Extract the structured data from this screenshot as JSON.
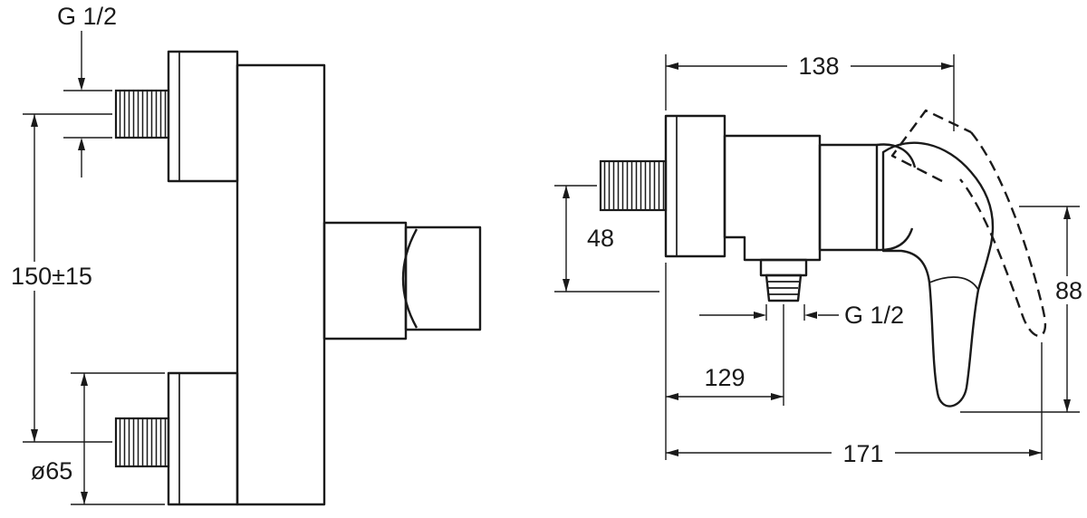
{
  "colors": {
    "background": "#ffffff",
    "line": "#1a1a1a"
  },
  "front_view": {
    "inlet_thread_label": "G 1/2",
    "connection_spacing": "150±15",
    "escutcheon_diameter": "ø65"
  },
  "side_view": {
    "body_depth": "138",
    "inlet_to_outlet": "48",
    "outlet_thread_label": "G 1/2",
    "outlet_projection": "129",
    "handle_height": "88",
    "overall_depth": "171"
  }
}
